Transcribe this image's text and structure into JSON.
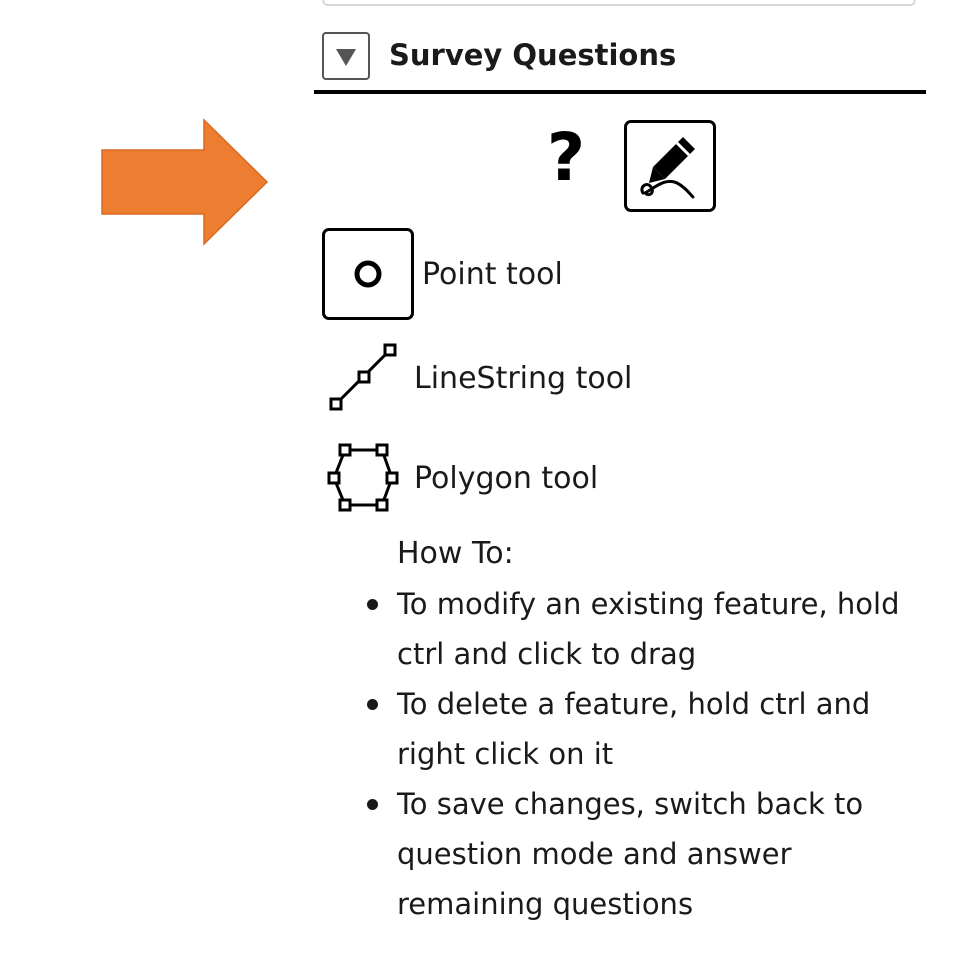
{
  "section": {
    "title": "Survey Questions",
    "toggle_icon": "triangle-down-icon"
  },
  "toolbar": {
    "help_glyph": "?",
    "help_icon": "question-mark-icon",
    "edit_icon": "pen-signature-icon"
  },
  "arrow": {
    "color": "#ed7d31",
    "icon": "right-arrow-annotation"
  },
  "tools": [
    {
      "label": "Point tool",
      "icon": "point-icon"
    },
    {
      "label": "LineString tool",
      "icon": "linestring-icon"
    },
    {
      "label": "Polygon tool",
      "icon": "polygon-icon"
    }
  ],
  "howto": {
    "heading": "How To:",
    "items": [
      "To modify an existing feature, hold ctrl and click to drag",
      "To delete a feature, hold ctrl and right click on it",
      "To save changes, switch back to question mode and answer remaining questions"
    ]
  }
}
